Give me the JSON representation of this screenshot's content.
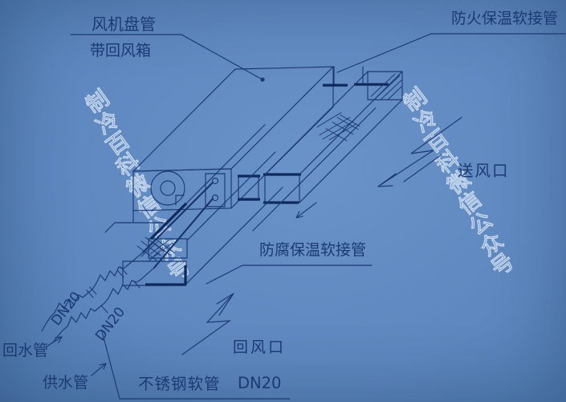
{
  "colors": {
    "background": "#5d87be",
    "line": "#1b3a74",
    "thick_line": "#0e2a5c",
    "watermark": "#d9e5f6"
  },
  "diagram": {
    "callouts": {
      "fan_coil": {
        "line1": "风机盘管",
        "line2": "带回风箱"
      },
      "fireproof_flexible_duct": "防火保温软接管",
      "supply_air_outlet": "送风口",
      "anticorrosion_flexible_duct": "防腐保温软接管",
      "return_air_inlet": "回风口",
      "return_water_pipe": "回水管",
      "supply_water_pipe": "供水管",
      "stainless_steel_hose": "不锈钢软管",
      "pipe_size": "DN20"
    },
    "watermark": {
      "text": "制冷百科微信公众号"
    }
  }
}
